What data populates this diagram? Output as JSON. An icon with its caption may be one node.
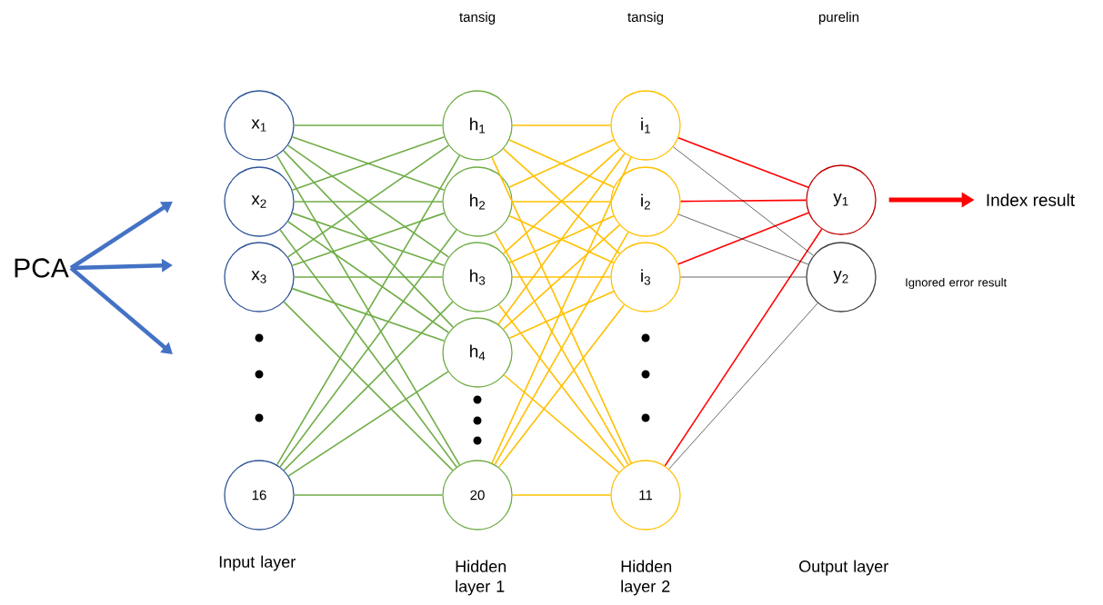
{
  "diagram": {
    "nodes": [
      {
        "text": [
          "PCA"
        ]
      },
      {
        "text": [
          "x$_{1}$"
        ]
      },
      {
        "text": [
          "x$_{2}$"
        ]
      },
      {
        "text": [
          "x$_{3}$"
        ]
      },
      {
        "text": [
          "16"
        ]
      },
      {
        "text": [
          "h$_{1}$"
        ]
      },
      {
        "text": [
          "h$_{2}$"
        ]
      },
      {
        "text": [
          "h$_{3}$"
        ]
      },
      {
        "text": [
          "h$_{4}$"
        ]
      },
      {
        "text": [
          "20"
        ]
      },
      {
        "text": [
          "i$_{1}$"
        ]
      },
      {
        "text": [
          "i$_{2}$"
        ]
      },
      {
        "text": [
          "i$_{3}$"
        ]
      },
      {
        "text": [
          "11"
        ]
      },
      {
        "text": [
          "y$_{1}$"
        ]
      },
      {
        "text": [
          "y$_{2}$"
        ]
      },
      {
        "text": [
          "Index result"
        ]
      }
    ],
    "edges": [
      {
        "from": 0,
        "to": null,
        "arrow": "to",
        "style": "thick",
        "color": "#4472c4"
      },
      {
        "from": 0,
        "to": null,
        "arrow": "to",
        "style": "thick",
        "color": "#4472c4"
      },
      {
        "from": 0,
        "to": null,
        "arrow": "to",
        "style": "thick",
        "color": "#4472c4"
      },
      {
        "from": 1,
        "to": 5,
        "arrow": "none",
        "color": "#70ad47"
      },
      {
        "from": 1,
        "to": 6,
        "arrow": "none",
        "color": "#70ad47"
      },
      {
        "from": 1,
        "to": 7,
        "arrow": "none",
        "color": "#70ad47"
      },
      {
        "from": 1,
        "to": 8,
        "arrow": "none",
        "color": "#70ad47"
      },
      {
        "from": 1,
        "to": 9,
        "arrow": "none",
        "color": "#70ad47"
      },
      {
        "from": 2,
        "to": 5,
        "arrow": "none",
        "color": "#70ad47"
      },
      {
        "from": 2,
        "to": 6,
        "arrow": "none",
        "color": "#70ad47"
      },
      {
        "from": 2,
        "to": 7,
        "arrow": "none",
        "color": "#70ad47"
      },
      {
        "from": 2,
        "to": 8,
        "arrow": "none",
        "color": "#70ad47"
      },
      {
        "from": 2,
        "to": 9,
        "arrow": "none",
        "color": "#70ad47"
      },
      {
        "from": 3,
        "to": 5,
        "arrow": "none",
        "color": "#70ad47"
      },
      {
        "from": 3,
        "to": 6,
        "arrow": "none",
        "color": "#70ad47"
      },
      {
        "from": 3,
        "to": 7,
        "arrow": "none",
        "color": "#70ad47"
      },
      {
        "from": 3,
        "to": 8,
        "arrow": "none",
        "color": "#70ad47"
      },
      {
        "from": 3,
        "to": 9,
        "arrow": "none",
        "color": "#70ad47"
      },
      {
        "from": 4,
        "to": 5,
        "arrow": "none",
        "color": "#70ad47"
      },
      {
        "from": 4,
        "to": 6,
        "arrow": "none",
        "color": "#70ad47"
      },
      {
        "from": 4,
        "to": 7,
        "arrow": "none",
        "color": "#70ad47"
      },
      {
        "from": 4,
        "to": 8,
        "arrow": "none",
        "color": "#70ad47"
      },
      {
        "from": 4,
        "to": 9,
        "arrow": "none",
        "color": "#70ad47"
      },
      {
        "from": 5,
        "to": 10,
        "arrow": "none",
        "color": "#ffc000"
      },
      {
        "from": 5,
        "to": 11,
        "arrow": "none",
        "color": "#ffc000"
      },
      {
        "from": 5,
        "to": 12,
        "arrow": "none",
        "color": "#ffc000"
      },
      {
        "from": 5,
        "to": 13,
        "arrow": "none",
        "color": "#ffc000"
      },
      {
        "from": 6,
        "to": 10,
        "arrow": "none",
        "color": "#ffc000"
      },
      {
        "from": 6,
        "to": 11,
        "arrow": "none",
        "color": "#ffc000"
      },
      {
        "from": 6,
        "to": 12,
        "arrow": "none",
        "color": "#ffc000"
      },
      {
        "from": 6,
        "to": 13,
        "arrow": "none",
        "color": "#ffc000"
      },
      {
        "from": 7,
        "to": 10,
        "arrow": "none",
        "color": "#ffc000"
      },
      {
        "from": 7,
        "to": 11,
        "arrow": "none",
        "color": "#ffc000"
      },
      {
        "from": 7,
        "to": 12,
        "arrow": "none",
        "color": "#ffc000"
      },
      {
        "from": 7,
        "to": 13,
        "arrow": "none",
        "color": "#ffc000"
      },
      {
        "from": 8,
        "to": 10,
        "arrow": "none",
        "color": "#ffc000"
      },
      {
        "from": 8,
        "to": 11,
        "arrow": "none",
        "color": "#ffc000"
      },
      {
        "from": 8,
        "to": 12,
        "arrow": "none",
        "color": "#ffc000"
      },
      {
        "from": 8,
        "to": 13,
        "arrow": "none",
        "color": "#ffc000"
      },
      {
        "from": 9,
        "to": 10,
        "arrow": "none",
        "color": "#ffc000"
      },
      {
        "from": 9,
        "to": 11,
        "arrow": "none",
        "color": "#ffc000"
      },
      {
        "from": 9,
        "to": 12,
        "arrow": "none",
        "color": "#ffc000"
      },
      {
        "from": 9,
        "to": 13,
        "arrow": "none",
        "color": "#ffc000"
      },
      {
        "from": 10,
        "to": 14,
        "arrow": "none",
        "color": "#ff0000"
      },
      {
        "from": 11,
        "to": 14,
        "arrow": "none",
        "color": "#ff0000"
      },
      {
        "from": 12,
        "to": 14,
        "arrow": "none",
        "color": "#ff0000"
      },
      {
        "from": 13,
        "to": 14,
        "arrow": "none",
        "color": "#ff0000"
      },
      {
        "from": 10,
        "to": 15,
        "arrow": "none",
        "color": "#000000"
      },
      {
        "from": 11,
        "to": 15,
        "arrow": "none",
        "color": "#000000"
      },
      {
        "from": 12,
        "to": 15,
        "arrow": "none",
        "color": "#000000"
      },
      {
        "from": 13,
        "to": 15,
        "arrow": "none",
        "color": "#000000"
      },
      {
        "from": 14,
        "to": 16,
        "arrow": "to",
        "style": "thick",
        "color": "#ff0000"
      }
    ],
    "labels": [
      "tansig",
      "tansig",
      "purelin",
      "Ignored error result",
      "Input layer",
      "Hidden layer 1",
      "Hidden layer 2",
      "Output layer"
    ]
  }
}
